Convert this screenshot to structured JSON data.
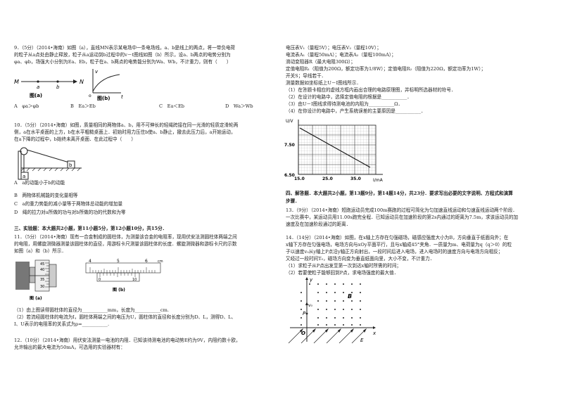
{
  "left": {
    "q9": {
      "stem": "9．（5分）（2014•海南）如图（a），直线MN表示某电场中一条电场线，a、b是线上的两点，将一带负电荷",
      "line2": "的粒子从a点处由静止释放，粒子从a运动到b过程中的v－t图线如图（b）所示，设a、b两点的电势分别为",
      "line3": "φa、φb，场强大小分别为Ea、Eb，粒子在a、b两点的电势能分别为Wa、Wb，不计重力，则有（　　）",
      "fig_a": "图(a)",
      "fig_b": "图(b)",
      "opts": [
        "A　φa＞φb",
        "B　Ea＞Eb",
        "C　Ea＜Eb",
        "D　Wa＞Wb"
      ],
      "labels": {
        "M": "M",
        "a": "a",
        "b": "b",
        "N": "N",
        "v": "v",
        "t": "t",
        "o": "o"
      }
    },
    "q10": {
      "stem": "10．（5分）（2014•海南）如图，质量相同的两物体a、b，用不可伸长的轻绳跨接在同一光滑的轻质定滑轮两",
      "line2": "侧，a在水平桌面的上方，b在水平粗糙桌面上．初始时用力压住b使a、b静止，撤去此压力后，a开始运动，",
      "line3": "在a下降的过程中，b始终未离开桌面．在此过程中（　　）",
      "blk_a": "a",
      "blk_b": "b",
      "opts": [
        "A　a的动能小于b的动能",
        "B　两物体机械能的变化量相等",
        "C　a的重力势能的减小量等于两物体总动能的增加量",
        "D　绳的拉力对a所做的功与对b所做的功的代数和为零"
      ]
    },
    "sec3": "三、实验题：本大题共2小题，第11小题5分，第12小题10分，共15分．",
    "q11": {
      "stem": "11．（5分）（2014•海南）现有一合金制成的圆柱体，为测量该合金的电阻率，现用伏安法测圆柱体两端之间",
      "line2": "的电阻，用螺旋测微器测量该圆柱体的直径，用游标卡尺测量该圆柱体的长度．螺旋测微器和游标卡尺的示数",
      "line3": "如图（a）和（b）所示．",
      "fig_a": "图 (a)",
      "fig_b": "图 (b)",
      "sc_nums": [
        "45",
        "40",
        "35",
        "30"
      ],
      "ruler_nums": [
        "4",
        "5",
        "6"
      ],
      "ruler_unit": "cm",
      "vernier_nums": [
        "0",
        "10"
      ],
      "q1": "（1）由上图读得圆柱体的直径为___________mm，长度为___________cm.",
      "q2a": "（2）若流经圆柱体的电流为I，圆柱体两端之间的电压为U，圆柱体的直径和长度分别为D、L，测得D、L、",
      "q2b": "I、U表示的电阻率的关系式为ρ=___________."
    },
    "q12": {
      "stem": "12．（10分）（2014•海南）用伏安法测量一电池的内阻．已知该待测电池的电动势E约为9V，内阻约数十欧，",
      "line2": "允许输出的最大电流为50mA，可选用的实验器材有："
    }
  },
  "right": {
    "eq1": "电压表V₁（量程5V）；电压表V₂（量程10V）；",
    "eq2": "电流表A₁（量程50mA）；电流表A₂（量程100mA）；",
    "eq3": "滑动变阻器R（最大电阻300Ω）；",
    "eq4": "定值电阻R₁（阻值为200Ω，额定功率为1/8W）；定值电阻R₂（阻值为220Ω，额定功率为1W）；",
    "eq5": "开关S；导线若干．",
    "eq6": "测量数据如坐标纸上U－I图线所示．",
    "s1": "（1）在答题卡相应的虚线方框内画出合理的电路原理图，并标明所选器材的符号．",
    "s2": "（2）在设计的电路中，选择定值电阻的根据是___________．",
    "s3": "（3）由U－I图线求得待测电池的内阻为___________Ω．",
    "s4": "（4）在你设计的电路中，产生系统误差的主要原因是___________．",
    "graph": {
      "ylabel": "U/V",
      "xlabel": "I/mA",
      "yticks": [
        "7.50",
        "6.50"
      ],
      "xticks": [
        "15.0",
        "25.0",
        "35.0"
      ]
    },
    "sec4a": "四、解答题．本大题共2小题，第13题9分，第14题14分，共23分．要求写出必要的文字说明、方程式和演算",
    "sec4b": "步骤．",
    "q13": {
      "l1": "13．（9分）（2014•海南）短跑运动员完成100m赛跑的过程可简化为匀加速直线运动和匀速直线运动两个阶段．",
      "l2": "一次比赛中，某运动员用11.00s跑完全程．已知运动员在加速阶段的第2s内通过的距离为7.5m，求该运动员的加",
      "l3": "速度及在加速阶段通过的距离．"
    },
    "q14": {
      "l1": "14．（14分）（2014•海南）如图，在x轴上方存在匀强磁场，磁感应强度大小为B，方向垂直于纸面向外；在",
      "l2": "x轴下方存在匀强电场，电场方向与xOy平面平行，且与x轴成45°夹角．一质量为m、电荷量为q（q＞0）的粒",
      "l3": "子以速度v₀从y轴上P点沿y轴正方向射出，一段时间后进入电场，进入电场时的速度方向与电场方向相反；",
      "l4": "又经过一段时间T₀，磁场方向变为垂直纸面向里，大小不变，不计重力．",
      "s1": "（1）求粒子从P点出发至第一次到达x轴时所需的时间；",
      "s2": "（2）若要使粒子能够回到P点，求电场强度的最大值．",
      "fig": {
        "y": "y",
        "x": "x",
        "O": "O",
        "P": "P",
        "B": "B",
        "E": "E",
        "v0": "v₀"
      }
    }
  }
}
